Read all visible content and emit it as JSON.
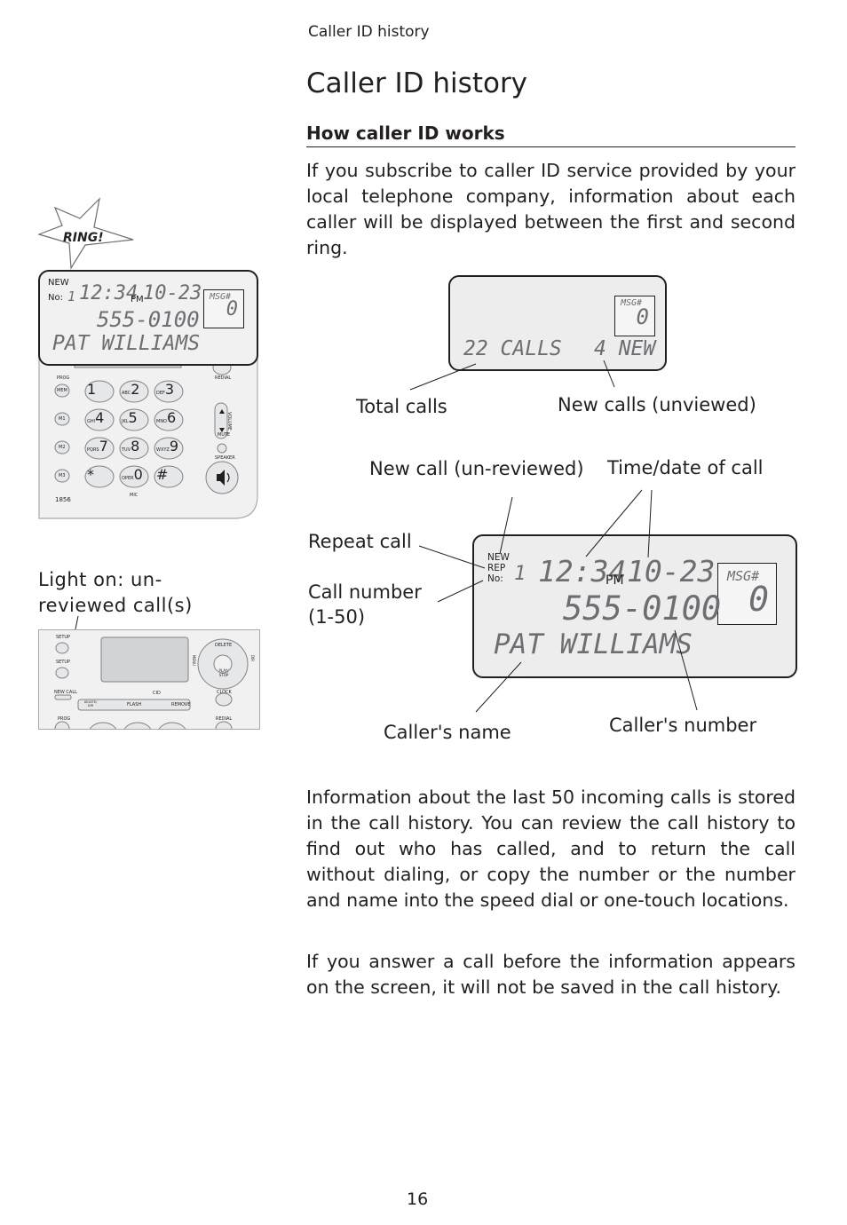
{
  "header": {
    "section": "Caller ID history",
    "page_number": "16"
  },
  "title": "Caller ID history",
  "subheading": "How caller ID works",
  "paragraphs": {
    "intro": "If you subscribe to caller ID service provided by your local telephone company, information about each caller will be displayed between the first and second ring.",
    "history": "Information about the last 50 incoming calls is stored in the call history. You can review the call history to find out who has called, and to return the call without dialing, or copy the number or the number and name into the speed dial or one-touch locations.",
    "answer": "If you answer a call before the information appears on the screen, it will not be saved in the call history."
  },
  "phone_illustration": {
    "ring_text": "RING!",
    "lcd": {
      "new": "NEW",
      "no": "No:",
      "call_num": "1",
      "time": "12:34",
      "ampm": "PM",
      "date": "10-23",
      "msg_label": "MSG#",
      "msg_count": "0",
      "number": "555-0100",
      "name": "PAT WILLIAMS"
    },
    "keys": [
      {
        "letters": "",
        "digit": "1"
      },
      {
        "letters": "ABC",
        "digit": "2"
      },
      {
        "letters": "DEF",
        "digit": "3"
      },
      {
        "letters": "GHI",
        "digit": "4"
      },
      {
        "letters": "JKL",
        "digit": "5"
      },
      {
        "letters": "MNO",
        "digit": "6"
      },
      {
        "letters": "PQRS",
        "digit": "7"
      },
      {
        "letters": "TUV",
        "digit": "8"
      },
      {
        "letters": "WXYZ",
        "digit": "9"
      },
      {
        "letters": "",
        "digit": "*"
      },
      {
        "letters": "OPER",
        "digit": "0"
      },
      {
        "letters": "",
        "digit": "#"
      }
    ],
    "left_buttons": [
      "PROG",
      "MEM",
      "M1",
      "M2",
      "M3"
    ],
    "labels": {
      "redial": "REDIAL",
      "volume": "VOLUME",
      "mute": "MUTE",
      "speaker": "SPEAKER",
      "mic": "MIC",
      "model": "1856"
    }
  },
  "light_caption": "Light on: un-reviewed call(s)",
  "base_illustration": {
    "labels": {
      "setup": "SETUP",
      "setup2": "SETUP",
      "new_call": "NEW CALL",
      "cid": "CID",
      "clock": "CLOCK",
      "prog": "PROG",
      "redial": "REDIAL",
      "delete": "DELETE",
      "play_stop": "PLAY/ STOP",
      "flash": "FLASH",
      "remove": "REMOVE",
      "menu": "MENU",
      "dir": "DIR",
      "delete_dir": "DELETE/ DIR"
    }
  },
  "summary_display": {
    "calls": "22 CALLS",
    "new": "4 NEW",
    "msg_label": "MSG#",
    "msg_count": "0"
  },
  "summary_labels": {
    "total_calls": "Total calls",
    "new_calls": "New calls (unviewed)"
  },
  "detail_display": {
    "new": "NEW",
    "rep": "REP",
    "no": "No:",
    "call_num": "1",
    "time": "12:34",
    "ampm": "PM",
    "date": "10-23",
    "msg_label": "MSG#",
    "msg_count": "0",
    "number": "555-0100",
    "name": "PAT WILLIAMS"
  },
  "detail_labels": {
    "new_call": "New call (un-reviewed)",
    "time_date": "Time/date of call",
    "repeat_call": "Repeat call",
    "call_number": "Call number",
    "call_number_range": "(1-50)",
    "callers_name": "Caller's name",
    "callers_number": "Caller's number"
  }
}
